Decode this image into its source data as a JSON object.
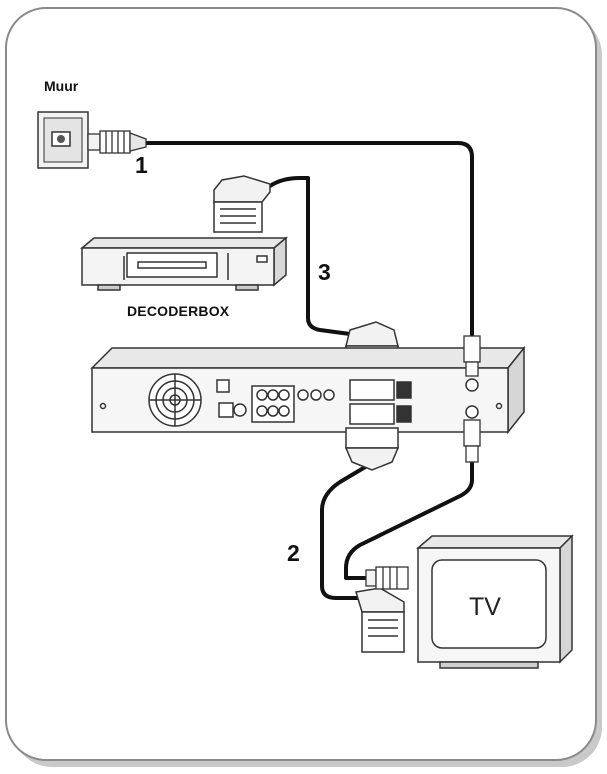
{
  "labels": {
    "wall": "Muur",
    "decoder": "DECODERBOX",
    "tv": "TV"
  },
  "steps": {
    "one": "1",
    "two": "2",
    "three": "3"
  },
  "colors": {
    "panel_border": "#8a8a8a",
    "panel_shadow": "#c9c9c9",
    "cable": "#111111",
    "device_fill": "#f2f2f2",
    "device_stroke": "#333333"
  }
}
